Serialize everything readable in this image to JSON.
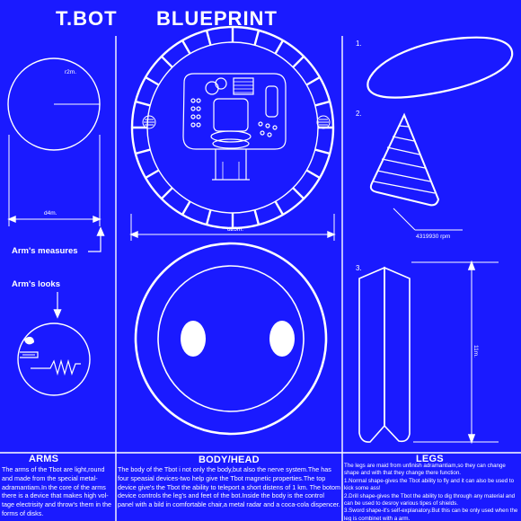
{
  "title_left": "T.BOT",
  "title_right": "BLUEPRINT",
  "colors": {
    "background": "#1a1aff",
    "lines": "#ffffff"
  },
  "arms": {
    "radius_label": "r2m.",
    "diameter_label": "d4m.",
    "callout_measures": "Arm's measures",
    "callout_looks": "Arm's looks",
    "heading": "ARMS",
    "text": "The arms of the Tbot are light,round and made from the special metal-adramantiam.In the core of the arms there is a device that makes high vol-tage electrisity and throw's them in the forms of disks."
  },
  "body": {
    "diameter_label": "d25m.",
    "heading": "BODY/HEAD",
    "text": "The body of the Tbot i not only the body,but also the nerve system.The has four speasial devices-two help give the Tbot magnetic properties.The top device give's the Tbot the ability to teleport a short distens of 1 km. The botom device controls the leg's and feet of the bot.Inside the body is the control panel with a bild in comfortable chair,a metal radar and a coca-cola dispencer."
  },
  "legs": {
    "item1_number": "1.",
    "item2_number": "2.",
    "item3_number": "3.",
    "rpm_label": "4319930 rpm",
    "height_label": "11m.",
    "heading": "LEGS",
    "text": "The legs are maid from unfinish adramantiam,so they can change shape and with that they change there function.\n1.Normal shape-gives the Tbot ability to fly and it can also be used to kick some ass!\n2.Drill shape-gives the Tbot the ability to dig through any material and can be used to desroy various tipes of shields.\n3.Sword shape-it's self-explanatory.But this can be only used when the leg is combinet with a arm."
  }
}
